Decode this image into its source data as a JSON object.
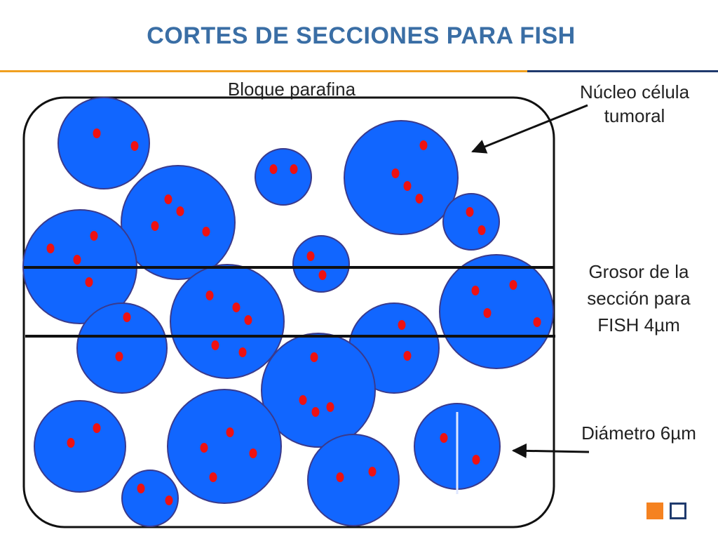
{
  "title": "CORTES DE SECCIONES PARA FISH",
  "labels": {
    "block": "Bloque parafina",
    "nucleus": [
      "Núcleo célula",
      "tumoral"
    ],
    "thickness": [
      "Grosor de la",
      "sección para",
      "FISH 4µm"
    ],
    "diameter": "Diámetro 6µm"
  },
  "colors": {
    "title": "#3a6ea5",
    "rule_left": "#f0a020",
    "rule_right": "#1f3a6d",
    "nucleus_fill": "#1166ff",
    "nucleus_stroke": "#3a3a8c",
    "signal": "#ee1111",
    "diameter_line": "#dfe7ff",
    "nav_prev": "#f58220",
    "nav_next_border": "#1f3a6d"
  },
  "icons": [
    "arrow-icon",
    "arrow-icon",
    "nav-square-icon",
    "nav-outline-square-icon"
  ]
}
